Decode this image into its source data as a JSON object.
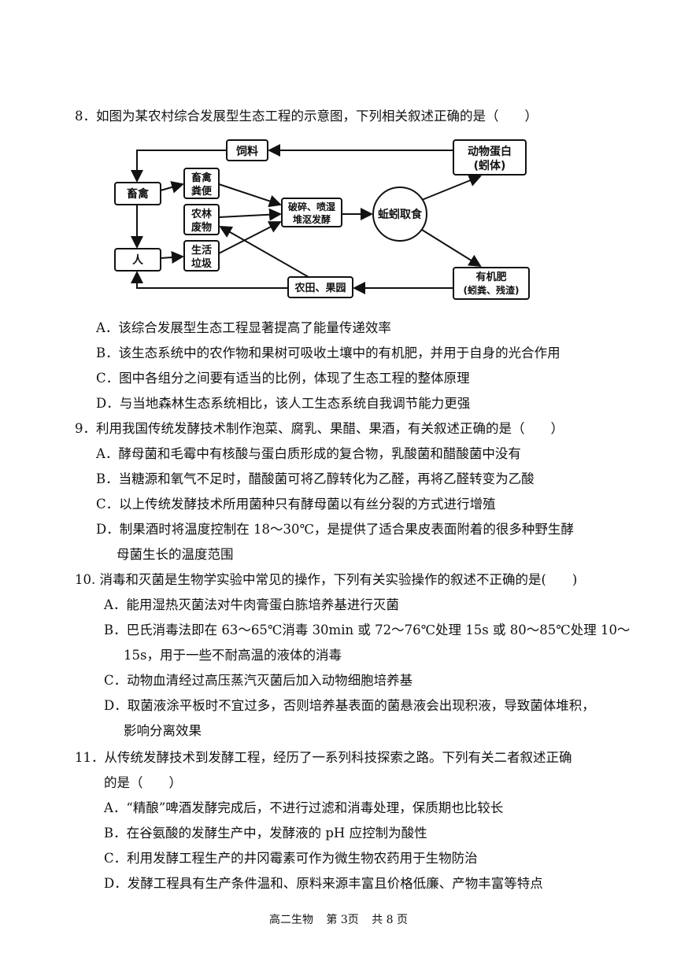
{
  "questions": [
    {
      "stem": "8．如图为某农村综合发展型生态工程的示意图，下列相关叙述正确的是（　　）",
      "options": [
        "A．该综合发展型生态工程显著提高了能量传递效率",
        "B．该生态系统中的农作物和果树可吸收土壤中的有机肥，并用于自身的光合作用",
        "C．图中各组分之间要有适当的比例，体现了生态工程的整体原理",
        "D．与当地森林生态系统相比，该人工生态系统自我调节能力更强"
      ]
    },
    {
      "stem": "9．利用我国传统发酵技术制作泡菜、腐乳、果醋、果酒，有关叙述正确的是（　　）",
      "options": [
        "A．酵母菌和毛霉中有核酸与蛋白质形成的复合物，乳酸菌和醋酸菌中没有",
        "B．当糖源和氧气不足时，醋酸菌可将乙醇转化为乙醛，再将乙醛转变为乙酸",
        "C．以上传统发酵技术所用菌种只有酵母菌以有丝分裂的方式进行增殖",
        "D．制果酒时将温度控制在 18～30℃，是提供了适合果皮表面附着的很多种野生酵",
        "母菌生长的温度范围"
      ]
    },
    {
      "stem": "10. 消毒和灭菌是生物学实验中常见的操作，下列有关实验操作的叙述不正确的是(　　)",
      "options": [
        "A．能用湿热灭菌法对牛肉膏蛋白胨培养基进行灭菌",
        "B．巴氏消毒法即在 63～65℃消毒 30min 或 72～76℃处理 15s 或 80～85℃处理 10～",
        "15s，用于一些不耐高温的液体的消毒",
        "C．动物血清经过高压蒸汽灭菌后加入动物细胞培养基",
        "D．取菌液涂平板时不宜过多，否则培养基表面的菌悬液会出现积液，导致菌体堆积，",
        "影响分离效果"
      ]
    },
    {
      "stem": "11．从传统发酵技术到发酵工程，经历了一系列科技探索之路。下列有关二者叙述正确",
      "stem2": "的是（　　）",
      "options": [
        "A．“精酿”啤酒发酵完成后，不进行过滤和消毒处理，保质期也比较长",
        "B．在谷氨酸的发酵生产中，发酵液的 pH 应控制为酸性",
        "C．利用发酵工程生产的井冈霉素可作为微生物农药用于生物防治",
        "D．发酵工程具有生产条件温和、原料来源丰富且价格低廉、产物丰富等特点"
      ]
    }
  ],
  "diagram": {
    "feed": "饲料",
    "animal_protein_1": "动物蛋白",
    "animal_protein_2": "(蚓体)",
    "livestock": "畜禽",
    "manure_1": "畜禽",
    "manure_2": "粪便",
    "agri_waste_1": "农林",
    "agri_waste_2": "废物",
    "human": "人",
    "garbage_1": "生活",
    "garbage_2": "垃圾",
    "ferment_1": "破碎、喷湿",
    "ferment_2": "堆沤发酵",
    "earthworm": "蚯蚓取食",
    "fertilizer_1": "有机肥",
    "fertilizer_2": "(蚓粪、残渣)",
    "farmland": "农田、果园"
  },
  "footer": {
    "subject": "高二生物",
    "page": "第 3页",
    "total": "共 8 页"
  }
}
